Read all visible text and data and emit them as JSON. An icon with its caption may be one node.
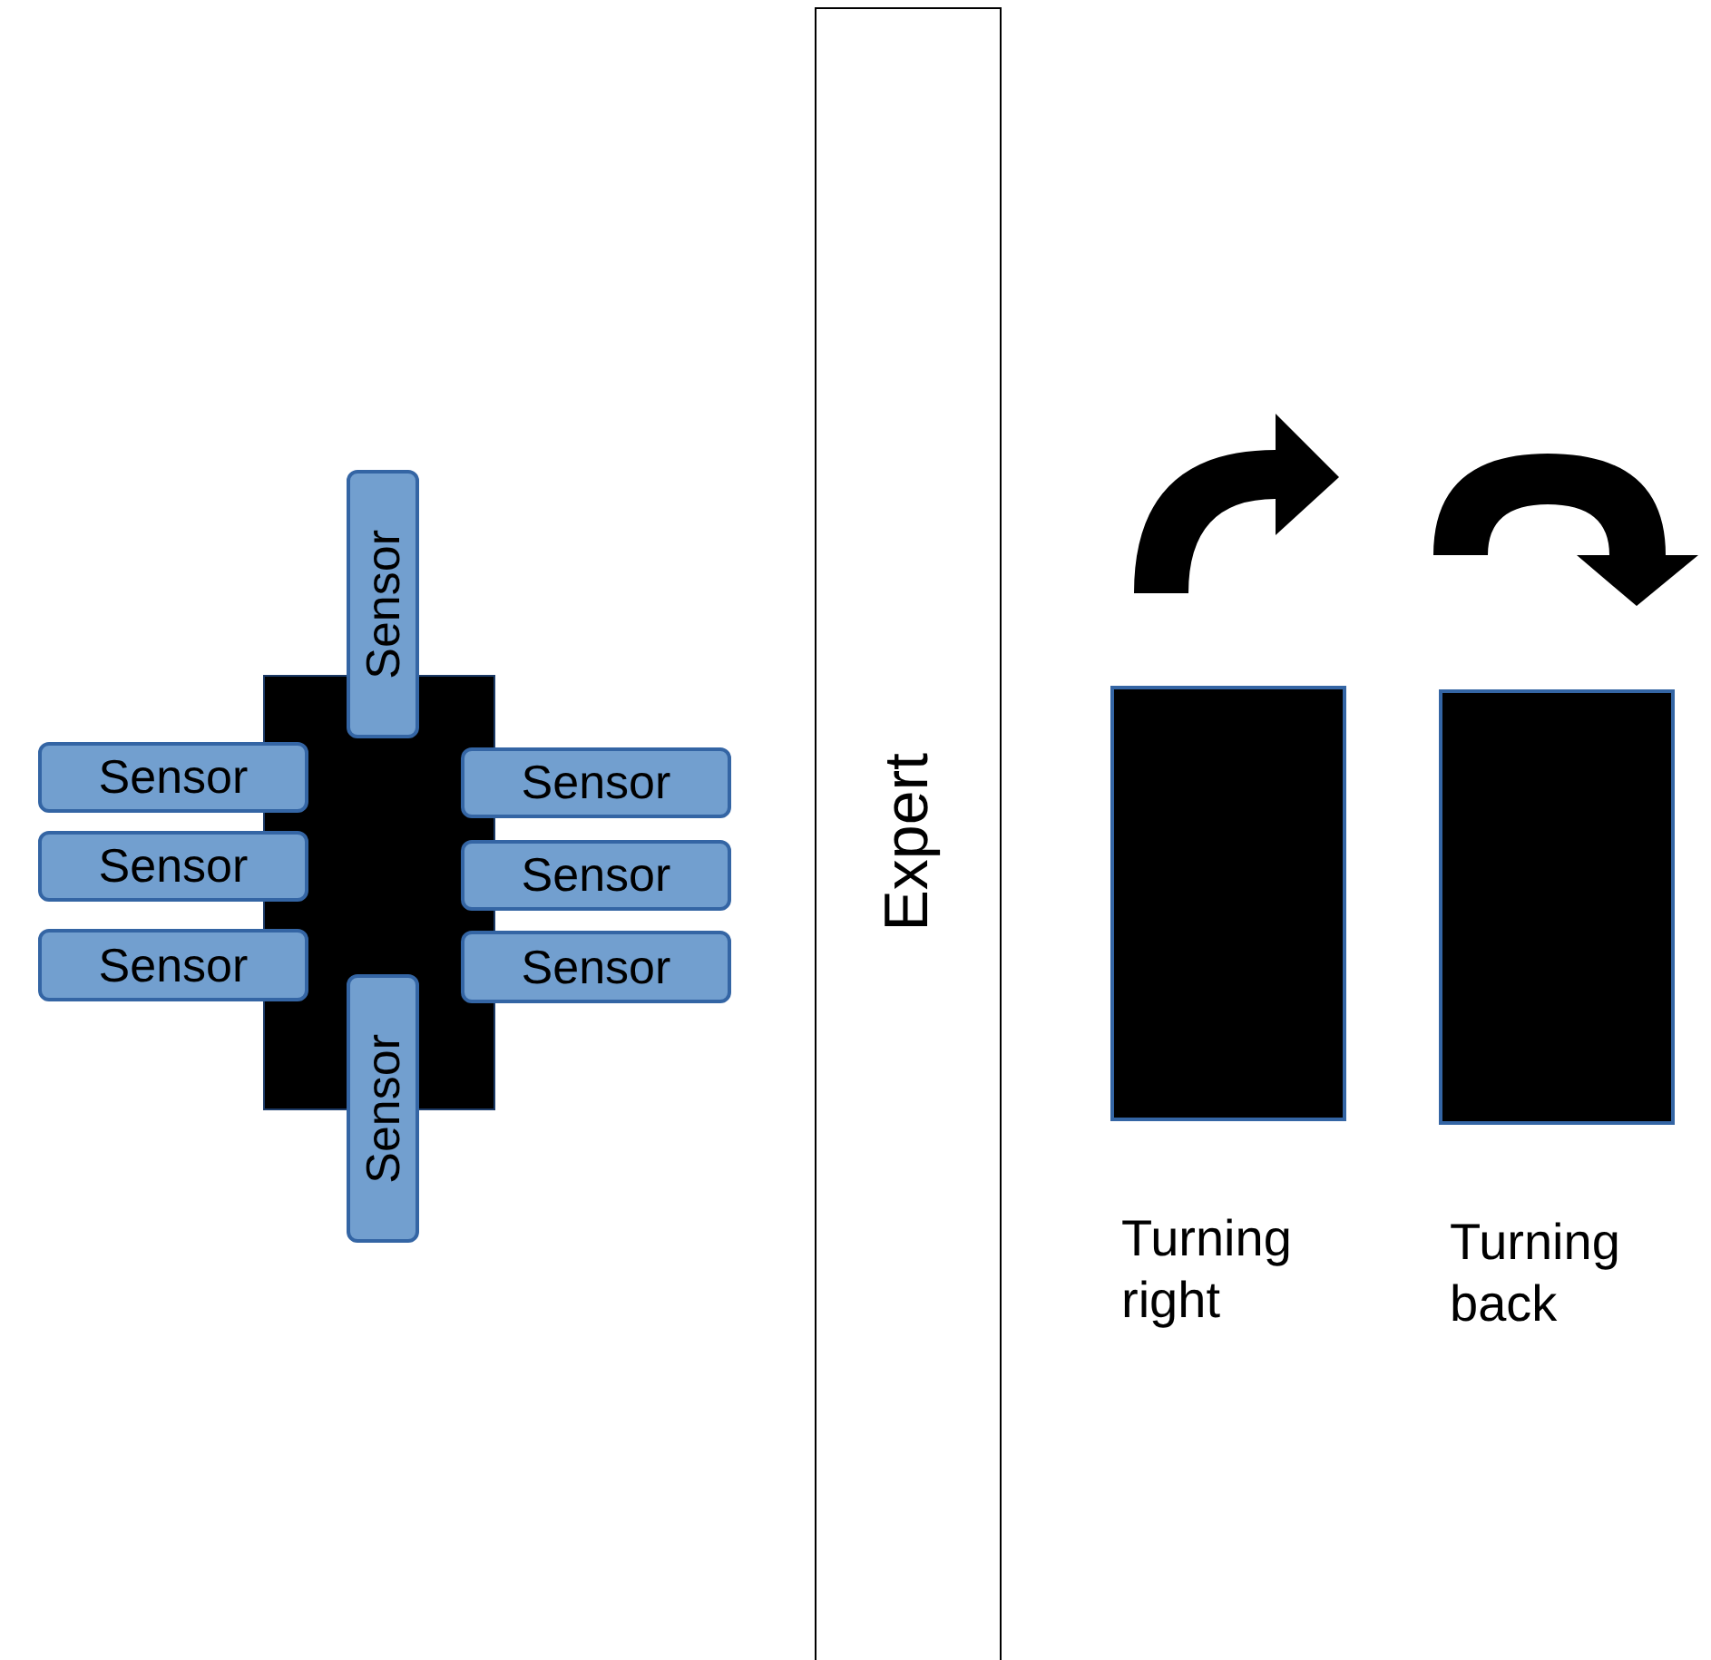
{
  "diagram": {
    "nodes": [
      {
        "text": [],
        "shape": "box"
      },
      {
        "text": [
          "Sensor"
        ]
      },
      {
        "text": [
          "Sensor"
        ]
      },
      {
        "text": [
          "Sensor"
        ]
      },
      {
        "text": [
          "Sensor"
        ]
      },
      {
        "text": [
          "Sensor"
        ]
      },
      {
        "text": [
          "Sensor"
        ]
      },
      {
        "text": [
          "Sensor"
        ]
      },
      {
        "text": [
          "Sensor"
        ]
      },
      {
        "text": [
          "Expert"
        ]
      },
      {
        "text": [],
        "shape": "box",
        "beside": [
          "Turning right"
        ]
      },
      {
        "text": [],
        "shape": "box",
        "beside": [
          "Turning back"
        ]
      }
    ]
  }
}
